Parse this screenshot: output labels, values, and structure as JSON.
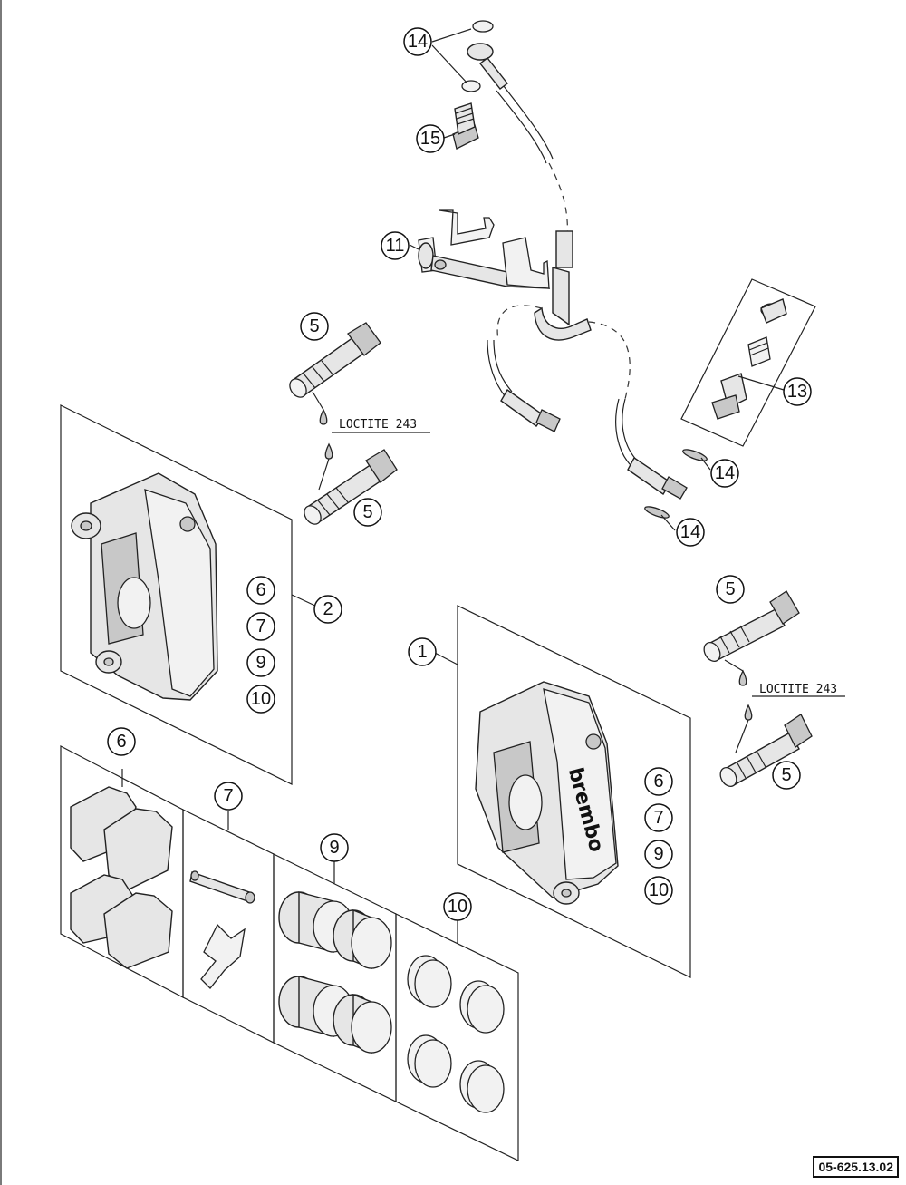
{
  "callouts": {
    "hose_top_washers": "14",
    "bleed_screw": "15",
    "hose_bracket": "11",
    "bleeder_kit": "13",
    "hose_washer_upper": "14",
    "hose_washer_lower": "14",
    "left_screw_upper": "5",
    "left_screw_lower": "5",
    "right_screw_upper": "5",
    "right_screw_lower": "5",
    "left_caliper": "2",
    "left_list_pads": "6",
    "left_list_pin": "7",
    "left_list_pistons": "9",
    "left_list_seals": "10",
    "right_caliper": "1",
    "right_list_pads": "6",
    "right_list_pin": "7",
    "right_list_pistons": "9",
    "right_list_seals": "10",
    "kit_pads": "6",
    "kit_pin": "7",
    "kit_pistons": "9",
    "kit_seals": "10"
  },
  "notes": {
    "loctite_left": "LOCTITE 243",
    "loctite_right": "LOCTITE 243",
    "caliper_brand": "brembo"
  },
  "drawing_number": "05-625.13.02"
}
